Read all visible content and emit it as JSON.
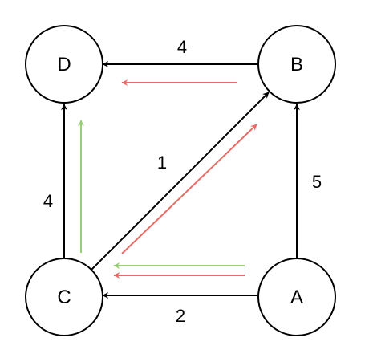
{
  "nodes": [
    {
      "id": "D",
      "label": "D"
    },
    {
      "id": "B",
      "label": "B"
    },
    {
      "id": "C",
      "label": "C"
    },
    {
      "id": "A",
      "label": "A"
    }
  ],
  "edges": [
    {
      "from": "B",
      "to": "D",
      "weight": "4"
    },
    {
      "from": "C",
      "to": "D",
      "weight": "4"
    },
    {
      "from": "C",
      "to": "B",
      "weight": "1"
    },
    {
      "from": "A",
      "to": "B",
      "weight": "5"
    },
    {
      "from": "A",
      "to": "C",
      "weight": "2"
    }
  ],
  "highlight_paths": [
    {
      "name": "",
      "color": "#ea6b66",
      "edges": [
        "A-C",
        "C-B",
        "B-D"
      ]
    },
    {
      "name": "",
      "color": "#97d077",
      "edges": [
        "A-C",
        "C-D"
      ]
    }
  ],
  "colors": {
    "edge": "#000000",
    "red_path": "#ea6b66",
    "green_path": "#97d077"
  }
}
